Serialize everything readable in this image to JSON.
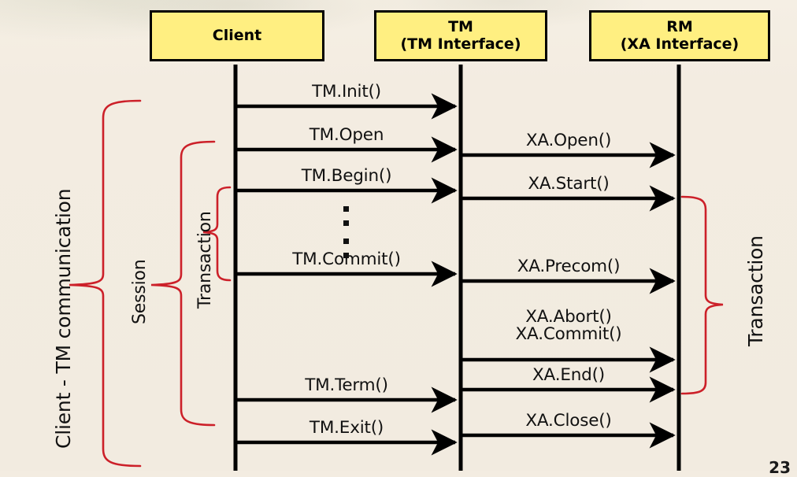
{
  "slide": {
    "background_color": "#f3ece1",
    "lane_fill": "#ffef81",
    "brace_color": "#cc2029",
    "line_color": "#000000",
    "page_number": "23"
  },
  "lanes": [
    {
      "name": "client",
      "title": "Client",
      "subtitle": ""
    },
    {
      "name": "tm",
      "title": "TM",
      "subtitle": "(TM Interface)"
    },
    {
      "name": "rm",
      "title": "RM",
      "subtitle": "(XA Interface)"
    }
  ],
  "messages_client_tm": [
    {
      "label": "TM.Init()",
      "label2": ""
    },
    {
      "label": "TM.Open",
      "label2": ""
    },
    {
      "label": "TM.Begin()",
      "label2": ""
    },
    {
      "label": "TM.Commit()",
      "label2": ""
    },
    {
      "label": "TM.Term()",
      "label2": ""
    },
    {
      "label": "TM.Exit()",
      "label2": ""
    }
  ],
  "messages_tm_rm": [
    {
      "label": "XA.Open()",
      "label2": ""
    },
    {
      "label": "XA.Start()",
      "label2": ""
    },
    {
      "label": "XA.Precom()",
      "label2": ""
    },
    {
      "label": "XA.Abort()",
      "label2": "XA.Commit()"
    },
    {
      "label": "XA.End()",
      "label2": ""
    },
    {
      "label": "XA.Close()",
      "label2": ""
    }
  ],
  "ellipsis": {
    "name": "vertical-ellipsis",
    "dots": 4
  },
  "annotations": [
    {
      "name": "client-tm-communication",
      "label": "Client - TM communication"
    },
    {
      "name": "session",
      "label": "Session"
    },
    {
      "name": "transaction-left",
      "label": "Transaction"
    },
    {
      "name": "transaction-right",
      "label": "Transaction"
    }
  ]
}
